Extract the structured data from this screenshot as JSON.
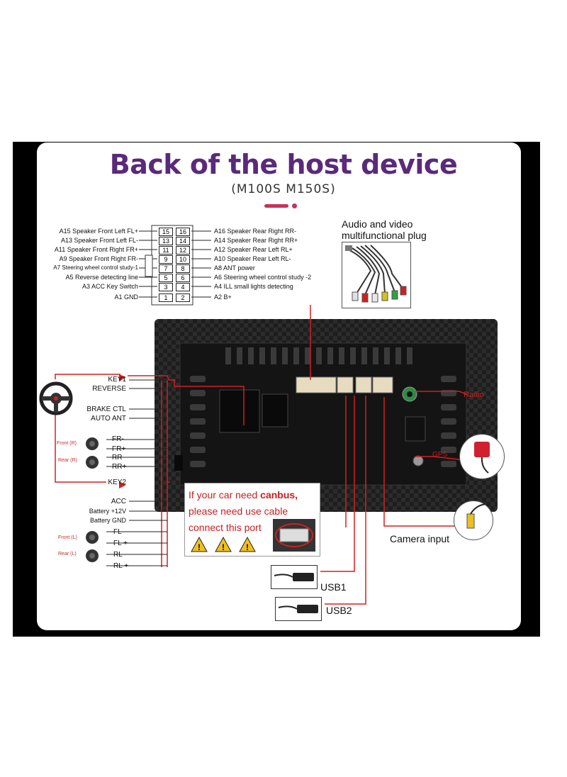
{
  "title": "Back of the host device",
  "subtitle": "(M100S  M150S)",
  "harness_left": [
    {
      "text": "A15  Speaker Front Left FL+"
    },
    {
      "text": "A13  Speaker Front Left FL-"
    },
    {
      "text": "A11  Speaker Front Right FR+"
    },
    {
      "text": "A9   Speaker Front Right FR-"
    },
    {
      "text": "A7   Steering wheel control study-1"
    },
    {
      "text": "A5   Reverse detecting line"
    },
    {
      "text": "A3 ACC Key Switch"
    },
    {
      "text": "A1 GND"
    }
  ],
  "harness_right": [
    {
      "text": "A16 Speaker Rear Right RR-"
    },
    {
      "text": "A14 Speaker Rear Right RR+"
    },
    {
      "text": "A12 Speaker Rear Left RL+"
    },
    {
      "text": "A10 Speaker Rear Left RL-"
    },
    {
      "text": "A8   ANT power"
    },
    {
      "text": "A6   Steering wheel control study -2"
    },
    {
      "text": "A4   ILL small lights detecting"
    },
    {
      "text": "A2   B+"
    }
  ],
  "pins": [
    [
      "15",
      "16"
    ],
    [
      "13",
      "14"
    ],
    [
      "11",
      "12"
    ],
    [
      "9",
      "10"
    ],
    [
      "7",
      "8"
    ],
    [
      "5",
      "6"
    ],
    [
      "3",
      "4"
    ],
    [
      "1",
      "2"
    ]
  ],
  "av_plug": {
    "line1": "Audio and video",
    "line2": "multifunctional plug"
  },
  "side_wires": {
    "key1": "KEY1",
    "reverse": "REVERSE",
    "brake": "BRAKE CTL",
    "auto_ant": "AUTO ANT",
    "fr_minus": "FR-",
    "fr_plus": "FR+",
    "rr_minus": "RR-",
    "rr_plus": "RR+",
    "key2": "KEY2",
    "acc": "ACC",
    "battery12": "Battery +12V",
    "battery_gnd": "Battery GND",
    "fl_minus": "FL -",
    "fl_plus": "FL +",
    "rl_minus": "RL -",
    "rl_plus": "RL +"
  },
  "speaker_tags": {
    "front_r": "Front (R)",
    "rear_r": "Rear (R)",
    "front_l": "Front (L)",
    "rear_l": "Rear (L)"
  },
  "canbus": {
    "line1_pre": "If your car need ",
    "line1_bold": "canbus,",
    "line2": "please need use cable",
    "line3": "connect this port"
  },
  "ports": {
    "radio": "Radio",
    "gps": "GPS",
    "camera": "Camera input",
    "usb1": "USB1",
    "usb2": "USB2"
  },
  "colors": {
    "accent": "#5a2a7a",
    "wire": "#d02020",
    "unit": "#1c1c1c"
  }
}
